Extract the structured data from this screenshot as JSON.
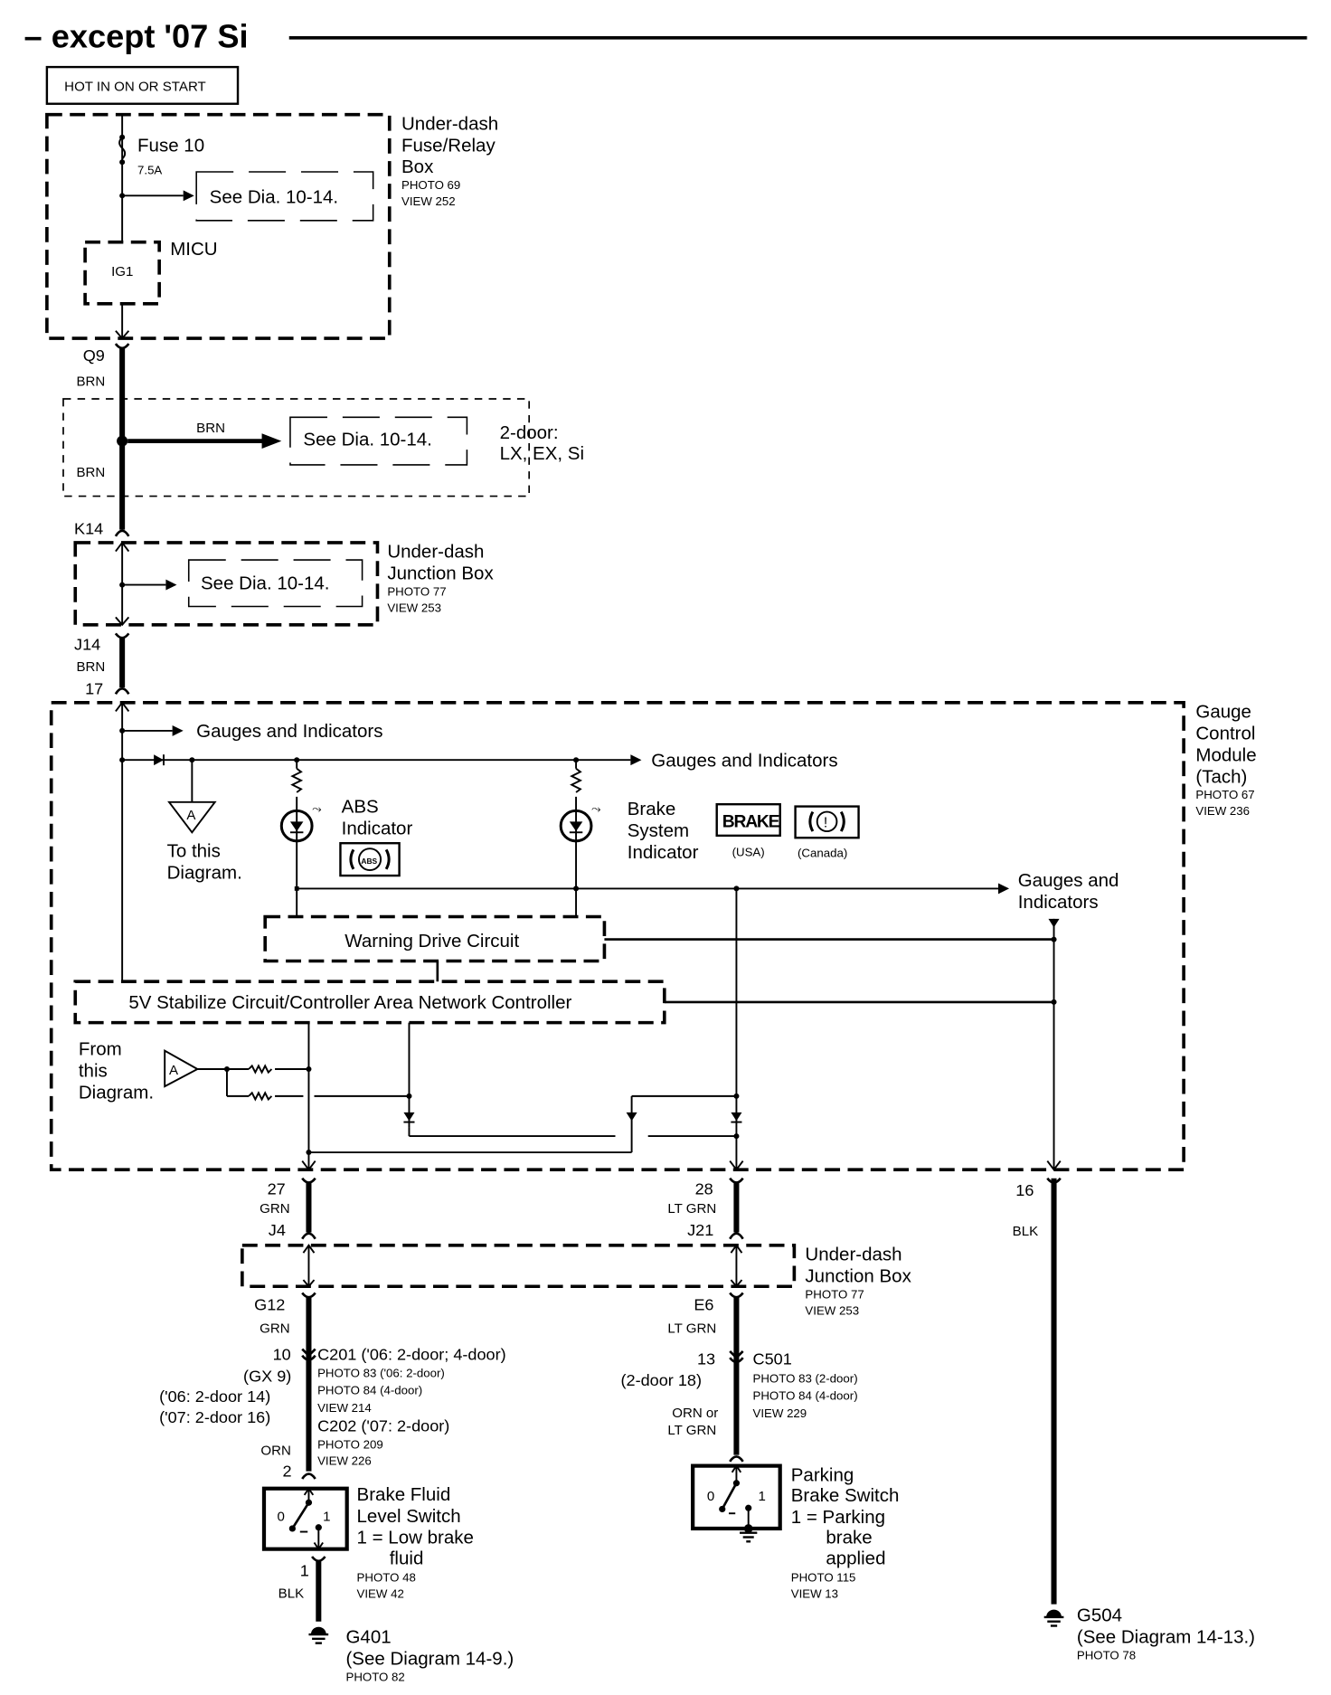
{
  "title": "– except '07 Si",
  "power_label": "HOT IN ON OR START",
  "fuse_box": {
    "fuse_name": "Fuse 10",
    "fuse_rating": "7.5A",
    "see_ref": "See Dia. 10-14.",
    "name_lines": [
      "Under-dash",
      "Fuse/Relay",
      "Box"
    ],
    "photo": "PHOTO 69",
    "view": "VIEW 252",
    "micu_label": "MICU",
    "micu_pin": "IG1"
  },
  "upper_harness": {
    "connector_q9": "Q9",
    "wire_color_1": "BRN",
    "branch_wire_color": "BRN",
    "branch_ref": "See Dia. 10-14.",
    "wire_color_2": "BRN",
    "variant_lines": [
      "2-door:",
      "LX, EX, Si"
    ],
    "connector_k14": "K14"
  },
  "junction_box_upper": {
    "see_ref": "See Dia. 10-14.",
    "name_lines": [
      "Under-dash",
      "Junction Box"
    ],
    "photo": "PHOTO 77",
    "view": "VIEW 253",
    "connector_j14": "J14",
    "wire_color": "BRN",
    "pin_17": "17"
  },
  "gauge_module": {
    "name_lines": [
      "Gauge",
      "Control",
      "Module",
      "(Tach)"
    ],
    "photo": "PHOTO 67",
    "view": "VIEW 236",
    "gauges_label_1": "Gauges and Indicators",
    "gauges_label_2": "Gauges and Indicators",
    "gauges_label_3_lines": [
      "Gauges and",
      "Indicators"
    ],
    "to_diagram_marker": "A",
    "to_diagram_lines": [
      "To this",
      "Diagram."
    ],
    "from_diagram_marker": "A",
    "from_diagram_lines": [
      "From",
      "this",
      "Diagram."
    ],
    "abs_indicator_lines": [
      "ABS",
      "Indicator"
    ],
    "abs_symbol": "ABS",
    "brake_indicator_lines": [
      "Brake",
      "System",
      "Indicator"
    ],
    "brake_usa_symbol": "BRAKE",
    "brake_usa_label": "(USA)",
    "brake_canada_symbol": "(!)",
    "brake_canada_label": "(Canada)",
    "warning_drive_circuit": "Warning Drive Circuit",
    "can_controller": "5V Stabilize Circuit/Controller Area Network Controller",
    "pin_27": "27",
    "pin_28": "28",
    "pin_16": "16"
  },
  "lower_left": {
    "wire_color_1": "GRN",
    "connector_j4": "J4",
    "connector_g12": "G12",
    "wire_color_2": "GRN",
    "c201_pin": "10",
    "c201_alt_pins": [
      "(GX 9)",
      "('06: 2-door 14)",
      "('07: 2-door 16)"
    ],
    "c201_label": "C201 ('06: 2-door; 4-door)",
    "c201_refs": [
      "PHOTO 83 ('06: 2-door)",
      "PHOTO 84 (4-door)",
      "VIEW 214"
    ],
    "c202_label": "C202 ('07: 2-door)",
    "c202_refs": [
      "PHOTO 209",
      "VIEW 226"
    ],
    "wire_color_3": "ORN",
    "switch_pin_top": "2",
    "switch_pos_0": "0",
    "switch_pos_1": "1",
    "switch_name_lines": [
      "Brake Fluid",
      "Level Switch",
      "1 = Low brake",
      "fluid"
    ],
    "switch_photo": "PHOTO 48",
    "switch_view": "VIEW 42",
    "switch_pin_bottom": "1",
    "wire_color_4": "BLK",
    "ground_name": "G401",
    "ground_ref": "(See Diagram 14-9.)",
    "ground_photo": "PHOTO 82"
  },
  "lower_middle": {
    "wire_color_1": "LT GRN",
    "connector_j21": "J21",
    "junction_box_lines": [
      "Under-dash",
      "Junction Box"
    ],
    "junction_photo": "PHOTO 77",
    "junction_view": "VIEW 253",
    "connector_e6": "E6",
    "wire_color_2": "LT GRN",
    "c501_pin": "13",
    "c501_alt_pin": "(2-door 18)",
    "c501_label": "C501",
    "c501_refs": [
      "PHOTO 83 (2-door)",
      "PHOTO 84 (4-door)",
      "VIEW 229"
    ],
    "wire_color_3_lines": [
      "ORN or",
      "LT GRN"
    ],
    "switch_pos_0": "0",
    "switch_pos_1": "1",
    "switch_name_lines": [
      "Parking",
      "Brake Switch",
      "1 = Parking",
      "brake",
      "applied"
    ],
    "switch_photo": "PHOTO 115",
    "switch_view": "VIEW 13"
  },
  "lower_right": {
    "wire_color": "BLK",
    "ground_name": "G504",
    "ground_ref": "(See Diagram 14-13.)",
    "ground_photo": "PHOTO 78"
  }
}
